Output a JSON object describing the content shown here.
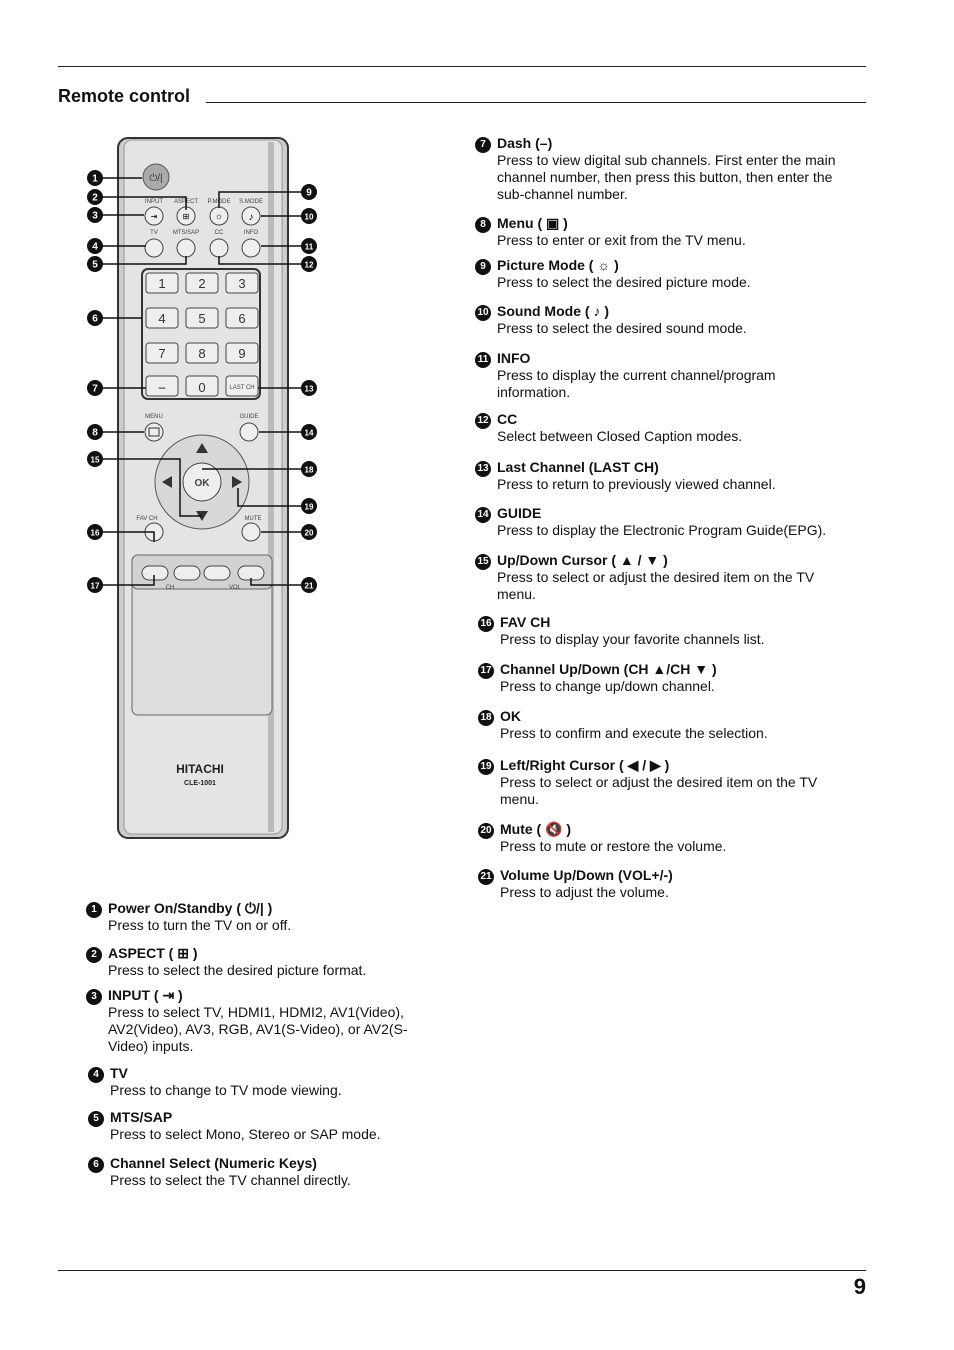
{
  "header": {
    "title": "Remote control"
  },
  "page_number": "9",
  "remote": {
    "brand": "HITACHI",
    "model": "CLE-1001",
    "labels": {
      "input": "INPUT",
      "aspect": "ASPECT",
      "pmode": "P.MODE",
      "smode": "S.MODE",
      "tv": "TV",
      "mts": "MTS/SAP",
      "cc": "CC",
      "info": "INFO",
      "menu": "MENU",
      "guide": "GUIDE",
      "favch": "FAV  CH",
      "mute": "MUTE",
      "ok": "OK",
      "lastch": "LAST CH",
      "ch": "CH",
      "vol": "VOL",
      "dash": "–",
      "zero": "0"
    },
    "keys": [
      "1",
      "2",
      "3",
      "4",
      "5",
      "6",
      "7",
      "8",
      "9"
    ],
    "callouts_left": [
      "1",
      "2",
      "3",
      "4",
      "5",
      "6",
      "7",
      "8",
      "15",
      "16",
      "17"
    ],
    "callouts_right": [
      "9",
      "10",
      "11",
      "12",
      "13",
      "14",
      "18",
      "19",
      "20",
      "21"
    ]
  },
  "items_left": [
    {
      "num": "1",
      "head": "Power On/Standby  ( ⏻/| )",
      "desc": "Press to turn the TV on or off."
    },
    {
      "num": "2",
      "head": "ASPECT ( ⊞ )",
      "desc": "Press to select the desired picture format."
    },
    {
      "num": "3",
      "head": "INPUT ( ⇥ )",
      "desc": "Press to select TV, HDMI1, HDMI2, AV1(Video), AV2(Video), AV3, RGB, AV1(S-Video), or AV2(S-Video) inputs."
    },
    {
      "num": "4",
      "head": "TV",
      "desc": "Press to change to TV mode viewing."
    },
    {
      "num": "5",
      "head": "MTS/SAP",
      "desc": "Press to select Mono, Stereo or SAP mode."
    },
    {
      "num": "6",
      "head": "Channel Select (Numeric Keys)",
      "desc": "Press to select the TV channel directly."
    }
  ],
  "items_right": [
    {
      "num": "7",
      "head": "Dash (–)",
      "desc": "Press to view digital sub channels. First enter the main channel number, then press this button, then enter the sub-channel number."
    },
    {
      "num": "8",
      "head": "Menu ( ▣ )",
      "desc": "Press to enter or exit from the TV menu."
    },
    {
      "num": "9",
      "head": "Picture Mode ( ☼ )",
      "desc": "Press to select the desired picture mode."
    },
    {
      "num": "10",
      "head": "Sound Mode ( ♪ )",
      "desc": "Press to select the desired sound mode."
    },
    {
      "num": "11",
      "head": "INFO",
      "desc": "Press to display the current channel/program information."
    },
    {
      "num": "12",
      "head": "CC",
      "desc": "Select between Closed Caption modes."
    },
    {
      "num": "13",
      "head": "Last Channel (LAST CH)",
      "desc": "Press to return to previously viewed channel."
    },
    {
      "num": "14",
      "head": "GUIDE",
      "desc": "Press to display the Electronic Program Guide(EPG)."
    },
    {
      "num": "15",
      "head": "Up/Down Cursor ( ▲ / ▼ )",
      "desc": "Press to select or adjust the desired item on the TV menu."
    },
    {
      "num": "16",
      "head": "FAV CH",
      "desc": "Press to display your favorite channels list."
    },
    {
      "num": "17",
      "head": "Channel Up/Down (CH ▲/CH ▼ )",
      "desc": "Press to change up/down channel."
    },
    {
      "num": "18",
      "head": "OK",
      "desc": "Press to confirm and execute the selection."
    },
    {
      "num": "19",
      "head": "Left/Right Cursor  ( ◀ / ▶ )",
      "desc": "Press to select or adjust the desired item on the TV menu."
    },
    {
      "num": "20",
      "head": "Mute ( 🔇 )",
      "desc": "Press to mute or restore the volume."
    },
    {
      "num": "21",
      "head": "Volume Up/Down (VOL+/-)",
      "desc": "Press to adjust the volume."
    }
  ]
}
